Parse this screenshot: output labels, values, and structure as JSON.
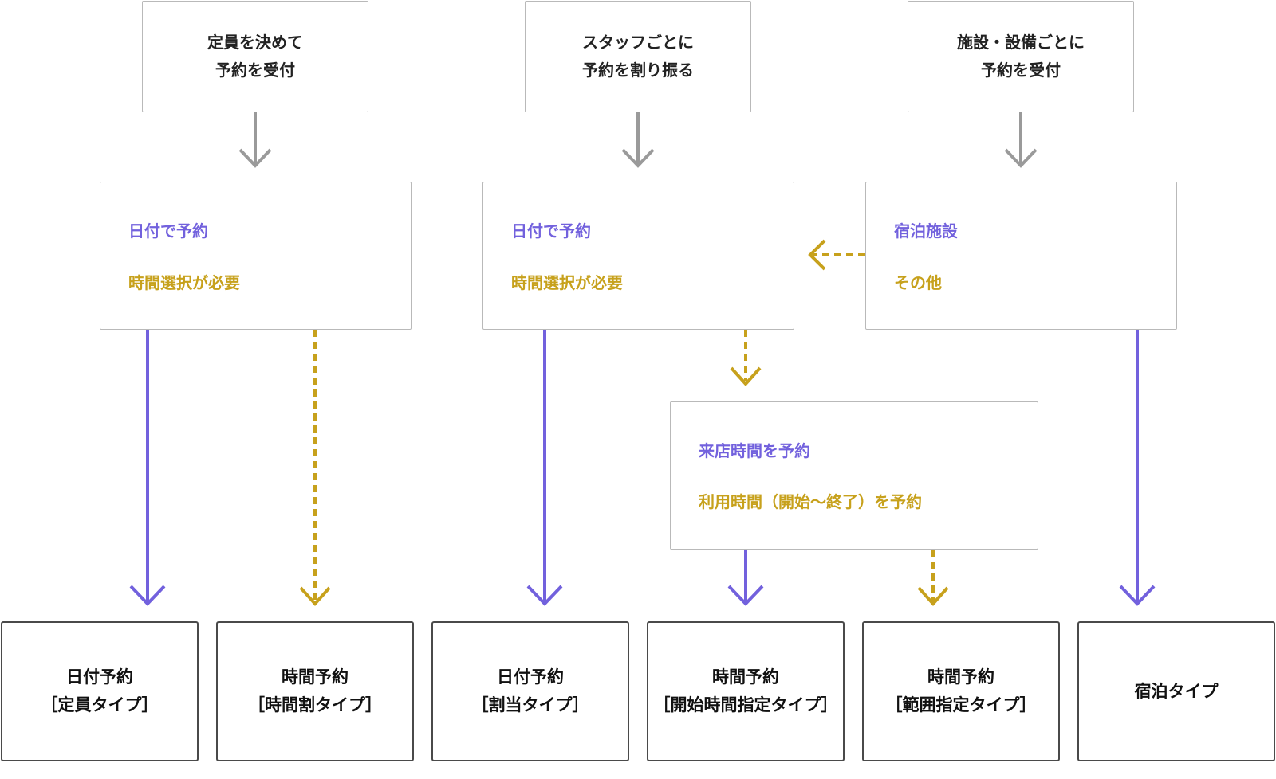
{
  "colors": {
    "purple": "#7261dd",
    "gold": "#c7a11c",
    "gray": "#9a9a9a",
    "box_border": "#b9b9b9",
    "result_border": "#4a4a4a"
  },
  "top_boxes": [
    {
      "line1": "定員を決めて",
      "line2": "予約を受付"
    },
    {
      "line1": "スタッフごとに",
      "line2": "予約を割り振る"
    },
    {
      "line1": "施設・設備ごとに",
      "line2": "予約を受付"
    }
  ],
  "decision_boxes": [
    {
      "solid_label": "日付で予約",
      "dashed_label": "時間選択が必要"
    },
    {
      "solid_label": "日付で予約",
      "dashed_label": "時間選択が必要"
    },
    {
      "solid_label": "宿泊施設",
      "dashed_label": "その他"
    },
    {
      "solid_label": "来店時間を予約",
      "dashed_label": "利用時間（開始〜終了）を予約"
    }
  ],
  "results": [
    {
      "line1": "日付予約",
      "line2": "［定員タイプ］"
    },
    {
      "line1": "時間予約",
      "line2": "［時間割タイプ］"
    },
    {
      "line1": "日付予約",
      "line2": "［割当タイプ］"
    },
    {
      "line1": "時間予約",
      "line2": "［開始時間指定タイプ］"
    },
    {
      "line1": "時間予約",
      "line2": "［範囲指定タイプ］"
    },
    {
      "line1": "宿泊タイプ",
      "line2": ""
    }
  ]
}
